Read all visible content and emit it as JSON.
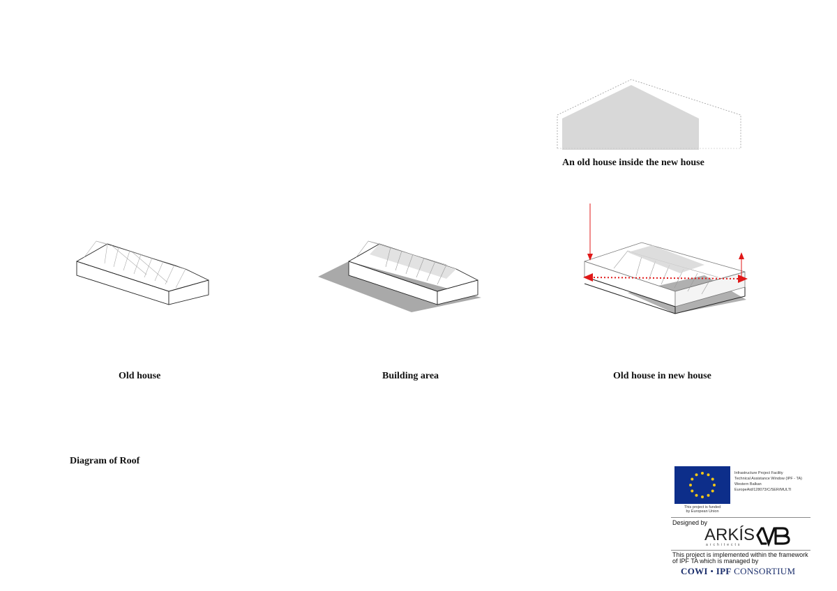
{
  "captions": {
    "old_inside_new": "An old house inside the new house",
    "old_house": "Old house",
    "building_area": "Building area",
    "old_in_new": "Old house in new house",
    "diagram_title": "Diagram of Roof"
  },
  "credits": {
    "eu_lines": [
      "Infrastructure Project Facility",
      "Technical Assistance Window (IPF - TA)",
      "Western Balkan",
      "EuropeAid/128073/C/SER/MULTI"
    ],
    "eu_funded_line1": "This project is funded",
    "eu_funded_line2": "by European Union",
    "designed_by": "Designed by",
    "arkis": "ARKÍS",
    "arkis_sub": "architects",
    "project_line1": "This project is implemented within the framework",
    "project_line2": "of IPF TA which is managed by",
    "cowi_a": "COWI",
    "cowi_sep": "•",
    "cowi_b": "IPF",
    "cowi_c": "CONSORTIUM"
  },
  "colors": {
    "eu_blue": "#0d2e8a",
    "eu_star": "#f2c617",
    "arrow_red": "#e01818",
    "shadow_gray": "#a9a9a9",
    "section_gray": "#d8d8d8"
  },
  "icons": [
    "eu-flag-icon",
    "cvb-logo-icon"
  ]
}
